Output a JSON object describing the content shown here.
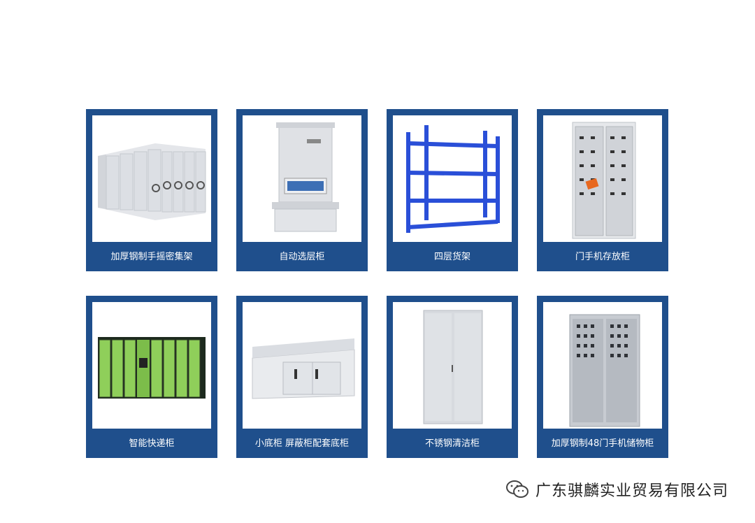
{
  "products": [
    {
      "label": "加厚钢制手摇密集架",
      "icon": "mobile-shelving-image"
    },
    {
      "label": "自动选层柜",
      "icon": "auto-layer-cabinet-image"
    },
    {
      "label": "四层货架",
      "icon": "four-tier-rack-image"
    },
    {
      "label": "门手机存放柜",
      "icon": "phone-locker-image"
    },
    {
      "label": "智能快递柜",
      "icon": "smart-parcel-locker-image"
    },
    {
      "label": "小底柜 屏蔽柜配套底柜",
      "icon": "base-cabinet-image"
    },
    {
      "label": "不锈钢清洁柜",
      "icon": "cleaning-cabinet-image"
    },
    {
      "label": "加厚钢制48门手机储物柜",
      "icon": "48-door-phone-cabinet-image"
    }
  ],
  "footer": {
    "company": "广东骐麟实业贸易有限公司",
    "icon": "wechat-icon"
  },
  "colors": {
    "card": "#1f4f8c",
    "rack_blue": "#2a4fd8",
    "locker_green": "#8fcf5a"
  }
}
